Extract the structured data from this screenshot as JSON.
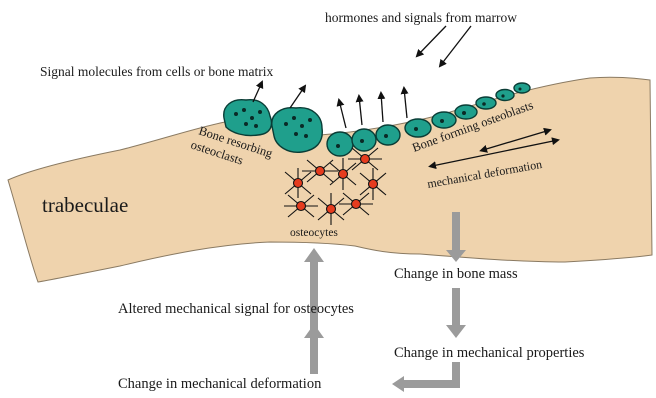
{
  "labels": {
    "hormones": "hormones and signals from marrow",
    "signal_molecules": "Signal molecules from cells or bone matrix",
    "osteoclasts_line1": "Bone resorbing",
    "osteoclasts_line2": "osteoclasts",
    "osteoblasts": "Bone forming osteoblasts",
    "mechanical_deformation": "mechanical deformation",
    "trabeculae": "trabeculae",
    "osteocytes": "osteocytes",
    "bone_mass": "Change in bone mass",
    "altered_signal": "Altered mechanical signal for osteocytes",
    "mech_properties": "Change in mechanical properties",
    "change_deformation": "Change in mechanical deformation"
  },
  "colors": {
    "bone_fill": "#efd3ad",
    "bone_stroke": "#8a7a62",
    "cell_fill": "#1f9f8c",
    "cell_stroke": "#0a3d36",
    "osteocyte_fill": "#e63c1e",
    "flow_arrow": "#9b9b9b"
  }
}
